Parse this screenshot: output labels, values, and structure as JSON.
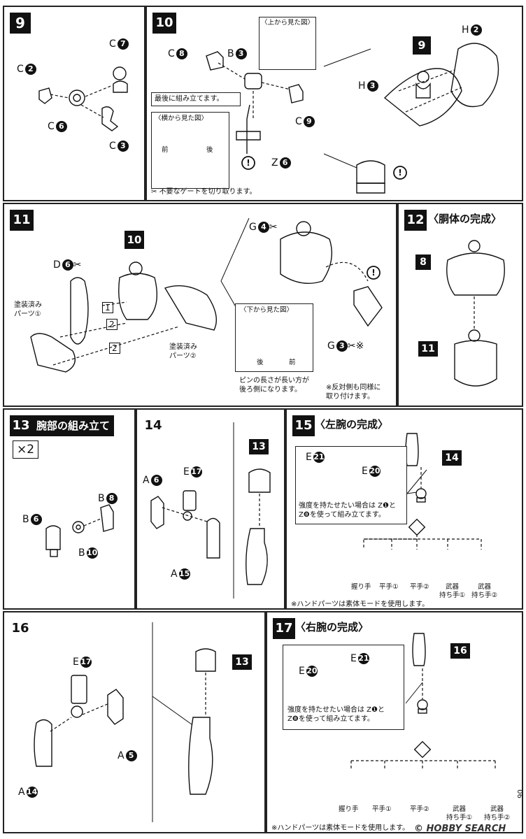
{
  "s9": {
    "num": "9",
    "labels": {
      "c7": "C",
      "c7n": "7",
      "c2": "C",
      "c2n": "2",
      "c6": "C",
      "c6n": "6",
      "c3": "C",
      "c3n": "3"
    }
  },
  "s10": {
    "num": "10",
    "labels": {
      "c8": "C",
      "c8n": "8",
      "b3": "B",
      "b3n": "3",
      "c9": "C",
      "c9n": "9",
      "z6": "Z",
      "z6n": "6",
      "h2": "H",
      "h2n": "2",
      "h3": "H",
      "h3n": "3",
      "ref9": "9"
    },
    "top_view": "〈上から見た図〉",
    "last_assemble": "最後に組み立てます。",
    "side_view": "〈横から見た図〉",
    "front": "前",
    "back": "後",
    "gate_note": "不要なゲートを切り取ります。"
  },
  "s11": {
    "num": "11",
    "labels": {
      "d6": "D",
      "d6n": "6",
      "g4": "G",
      "g4n": "4",
      "g3": "G",
      "g3n": "3",
      "ref10": "10",
      "step1": "1",
      "step2a": "2",
      "step2b": "2",
      "asterisk": "※"
    },
    "painted1_a": "塗装済み",
    "painted1_b": "パーツ①",
    "painted2_a": "塗装済み",
    "painted2_b": "パーツ②",
    "bottom_view": "〈下から見た図〉",
    "back": "後",
    "front": "前",
    "pin_note_1": "ピンの長さが長い方が",
    "pin_note_2": "後ろ側になります。",
    "reverse_note_1": "※反対側も同様に",
    "reverse_note_2": "取り付けます。"
  },
  "s12": {
    "num": "12",
    "title": "〈胴体の完成〉",
    "ref8": "8",
    "ref11": "11"
  },
  "s13": {
    "num": "13",
    "title": "腕部の組み立て",
    "times": "×2",
    "labels": {
      "b8": "B",
      "b8n": "8",
      "b6": "B",
      "b6n": "6",
      "b10": "B",
      "b10n": "10"
    }
  },
  "s14": {
    "num": "14",
    "ref13": "13",
    "labels": {
      "a6": "A",
      "a6n": "6",
      "e17": "E",
      "e17n": "17",
      "a15": "A",
      "a15n": "15"
    }
  },
  "s15": {
    "num": "15",
    "title": "〈左腕の完成〉",
    "ref14": "14",
    "labels": {
      "e21": "E",
      "e21n": "21",
      "e20": "E",
      "e20n": "20"
    },
    "strength_1": "強度を持たせたい場合は Z❶と",
    "strength_2": "Z❽を使って組み立てます。",
    "hands": [
      "握り手",
      "平手①",
      "平手②",
      "武器\n持ち手①",
      "武器\n持ち手②"
    ],
    "hand_note": "※ハンドパーツは素体モードを使用します。"
  },
  "s16": {
    "num": "16",
    "ref13": "13",
    "labels": {
      "e17": "E",
      "e17n": "17",
      "a5": "A",
      "a5n": "5",
      "a14": "A",
      "a14n": "14"
    }
  },
  "s17": {
    "num": "17",
    "title": "〈右腕の完成〉",
    "ref16": "16",
    "labels": {
      "e20": "E",
      "e20n": "20",
      "e21": "E",
      "e21n": "21"
    },
    "strength_1": "強度を持たせたい場合は Z❶と",
    "strength_2": "Z❽を使って組み立てます。",
    "hands": [
      "握り手",
      "平手①",
      "平手②",
      "武器\n持ち手①",
      "武器\n持ち手②"
    ],
    "hand_note": "※ハンドパーツは素体モードを使用します。"
  },
  "watermark": "© HOBBY SEARCH",
  "page_num": "06"
}
